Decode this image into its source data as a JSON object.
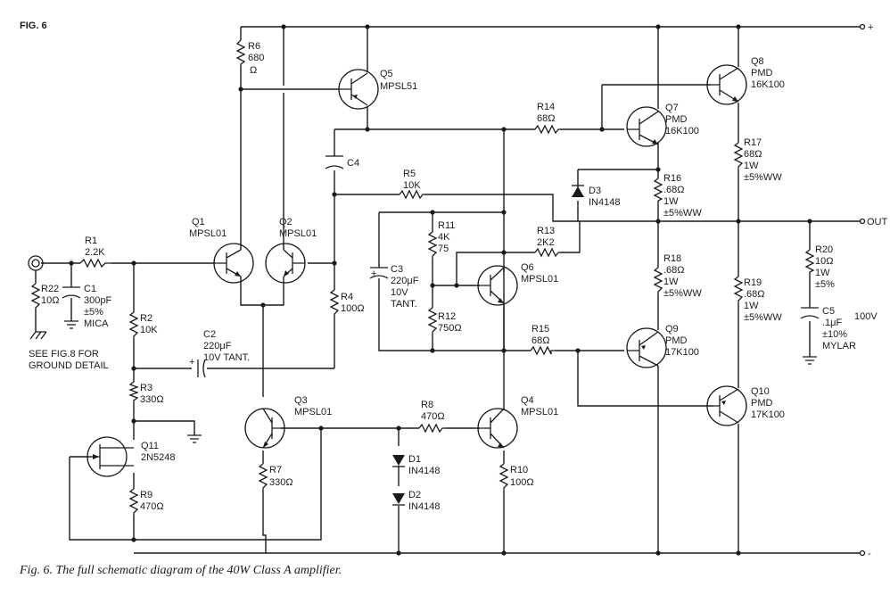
{
  "figure": {
    "label": "FIG. 6",
    "caption": "Fig. 6. The full schematic diagram of the 40W Class A amplifier."
  },
  "terminals": {
    "plus": "+",
    "minus": "-",
    "out": "OUT"
  },
  "note": {
    "line1": "SEE FIG.8 FOR",
    "line2": "GROUND DETAIL"
  },
  "components": {
    "R1": {
      "ref": "R1",
      "value": "2.2K"
    },
    "R2": {
      "ref": "R2",
      "value": "10K"
    },
    "R3": {
      "ref": "R3",
      "value": "330Ω"
    },
    "R4": {
      "ref": "R4",
      "value": "100Ω"
    },
    "R5": {
      "ref": "R5",
      "value": "10K"
    },
    "R6": {
      "ref": "R6",
      "value": "680",
      "unit": "Ω"
    },
    "R7": {
      "ref": "R7",
      "value": "330Ω"
    },
    "R8": {
      "ref": "R8",
      "value": "470Ω"
    },
    "R9": {
      "ref": "R9",
      "value": "470Ω"
    },
    "R10": {
      "ref": "R10",
      "value": "100Ω"
    },
    "R11": {
      "ref": "R11",
      "value": "4K",
      "value2": "75"
    },
    "R12": {
      "ref": "R12",
      "value": "750Ω"
    },
    "R13": {
      "ref": "R13",
      "value": "2K2"
    },
    "R14": {
      "ref": "R14",
      "value": "68Ω"
    },
    "R15": {
      "ref": "R15",
      "value": "68Ω"
    },
    "R16": {
      "ref": "R16",
      "value": ".68Ω",
      "power": "1W",
      "tol": "±5%WW"
    },
    "R17": {
      "ref": "R17",
      "value": "68Ω",
      "power": "1W",
      "tol": "±5%WW"
    },
    "R18": {
      "ref": "R18",
      "value": ".68Ω",
      "power": "1W",
      "tol": "±5%WW"
    },
    "R19": {
      "ref": "R19",
      "value": ".68Ω",
      "power": "1W",
      "tol": "±5%WW"
    },
    "R20": {
      "ref": "R20",
      "value": "10Ω",
      "power": "1W",
      "tol": "±5%"
    },
    "R22": {
      "ref": "R22",
      "value": "10Ω"
    },
    "C1": {
      "ref": "C1",
      "value": "300pF",
      "tol": "±5%",
      "type": "MICA"
    },
    "C2": {
      "ref": "C2",
      "value": "220μF",
      "rating": "10V TANT."
    },
    "C3": {
      "ref": "C3",
      "value": "220μF",
      "rating": "10V",
      "type": "TANT."
    },
    "C4": {
      "ref": "C4"
    },
    "C5": {
      "ref": "C5",
      "value": ".1μF",
      "rating": "100V",
      "tol": "±10%",
      "type": "MYLAR"
    },
    "D1": {
      "ref": "D1",
      "part": "IN4148"
    },
    "D2": {
      "ref": "D2",
      "part": "IN4148"
    },
    "D3": {
      "ref": "D3",
      "part": "IN4148"
    },
    "Q1": {
      "ref": "Q1",
      "part": "MPSL01"
    },
    "Q2": {
      "ref": "Q2",
      "part": "MPSL01"
    },
    "Q3": {
      "ref": "Q3",
      "part": "MPSL01"
    },
    "Q4": {
      "ref": "Q4",
      "part": "MPSL01"
    },
    "Q5": {
      "ref": "Q5",
      "part": "MPSL51"
    },
    "Q6": {
      "ref": "Q6",
      "part": "MPSL01"
    },
    "Q7": {
      "ref": "Q7",
      "part": "PMD",
      "part2": "16K100"
    },
    "Q8": {
      "ref": "Q8",
      "part": "PMD",
      "part2": "16K100"
    },
    "Q9": {
      "ref": "Q9",
      "part": "PMD",
      "part2": "17K100"
    },
    "Q10": {
      "ref": "Q10",
      "part": "PMD",
      "part2": "17K100"
    },
    "Q11": {
      "ref": "Q11",
      "part": "2N5248"
    }
  }
}
